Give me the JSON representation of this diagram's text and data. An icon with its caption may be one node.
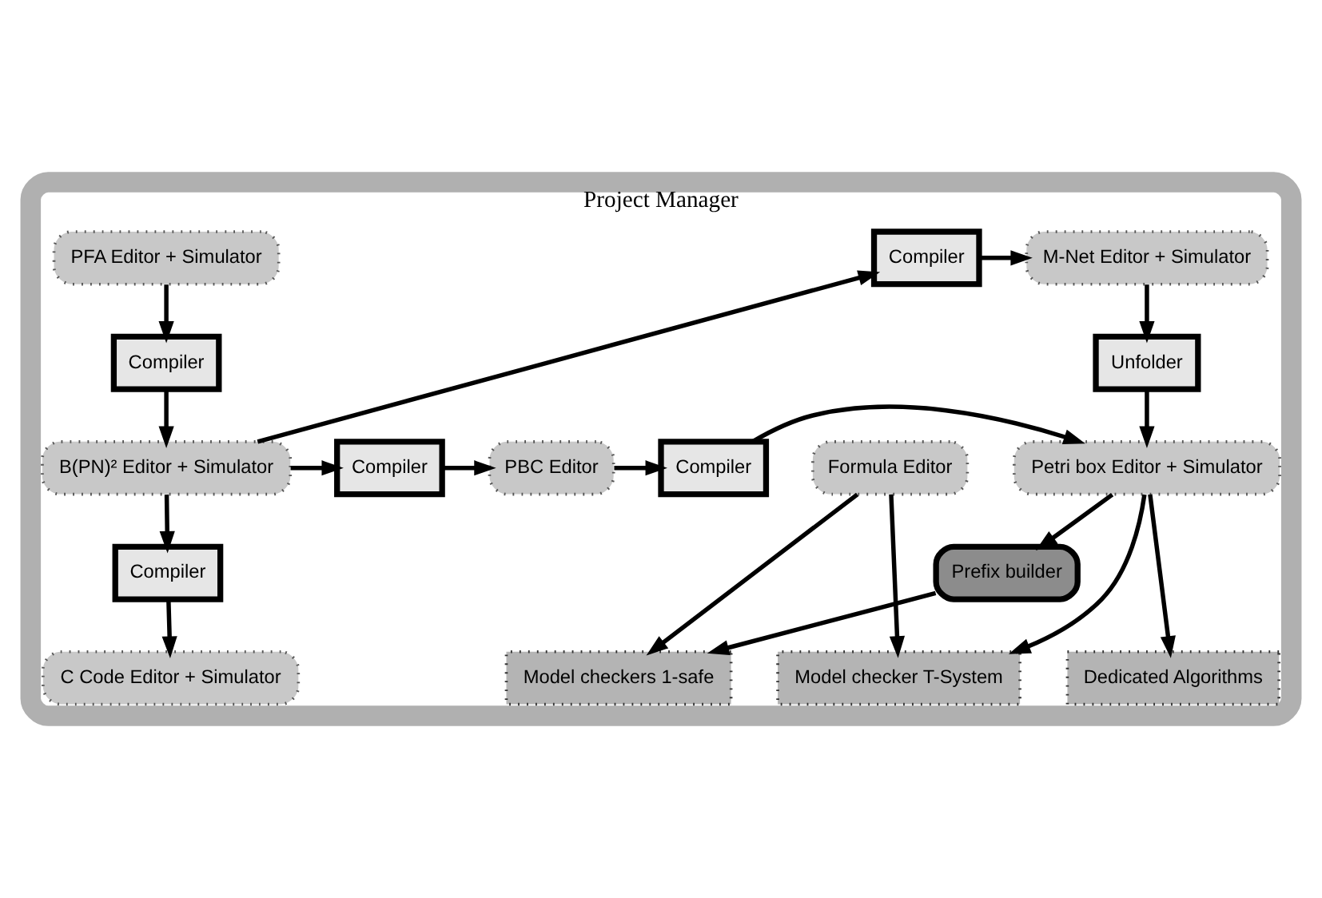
{
  "diagram": {
    "nodes": [
      {
        "text": [
          "Project Manager"
        ]
      },
      {
        "text": [
          "M-Net Editor + Simulator"
        ],
        "in": 0
      },
      {
        "text": [
          "Compiler"
        ],
        "in": 0
      },
      {
        "text": [
          "PFA Editor + Simulator"
        ],
        "in": 0
      },
      {
        "text": [
          "Unfolder"
        ],
        "in": 0
      },
      {
        "text": [
          "Compiler"
        ],
        "in": 0
      },
      {
        "text": [
          "Formula Editor"
        ],
        "in": 0
      },
      {
        "text": [
          "Petri box Editor + Simulator"
        ],
        "in": 0
      },
      {
        "text": [
          "Compiler"
        ],
        "in": 0
      },
      {
        "text": [
          "PBC Editor"
        ],
        "in": 0
      },
      {
        "text": [
          "Compiler"
        ],
        "in": 0
      },
      {
        "text": [
          "B(PN)² Editor + Simulator"
        ],
        "in": 0
      },
      {
        "text": [
          "Prefix builder"
        ],
        "in": 0
      },
      {
        "text": [
          "Compiler"
        ],
        "in": 0
      },
      {
        "text": [
          "Model checker T-System"
        ],
        "in": 0
      },
      {
        "text": [
          "Model checkers 1-safe"
        ],
        "in": 0
      },
      {
        "text": [
          "Dedicated Algorithms"
        ],
        "in": 0
      },
      {
        "text": [
          "C Code Editor + Simulator"
        ],
        "in": 0
      }
    ],
    "edges": [
      {
        "from": 11,
        "to": 2,
        "arrow": "to"
      },
      {
        "from": 2,
        "to": 1,
        "arrow": "to"
      },
      {
        "from": 1,
        "to": 4,
        "arrow": "to"
      },
      {
        "from": 4,
        "to": 7,
        "arrow": "to"
      },
      {
        "from": 3,
        "to": 5,
        "arrow": "to"
      },
      {
        "from": 5,
        "to": 11,
        "arrow": "to"
      },
      {
        "from": 11,
        "to": 10,
        "arrow": "to"
      },
      {
        "from": 10,
        "to": 9,
        "arrow": "to"
      },
      {
        "from": 9,
        "to": 8,
        "arrow": "to"
      },
      {
        "from": 8,
        "to": 7,
        "arrow": "to"
      },
      {
        "from": 11,
        "to": 13,
        "arrow": "to"
      },
      {
        "from": 13,
        "to": 17,
        "arrow": "to"
      },
      {
        "from": 7,
        "to": 12,
        "arrow": "to"
      },
      {
        "from": 7,
        "to": 14,
        "arrow": "to"
      },
      {
        "from": 7,
        "to": 16,
        "arrow": "to"
      },
      {
        "from": 12,
        "to": 15,
        "arrow": "to"
      },
      {
        "from": 6,
        "to": 14,
        "arrow": "to"
      },
      {
        "from": 6,
        "to": 15,
        "arrow": "to"
      }
    ]
  }
}
